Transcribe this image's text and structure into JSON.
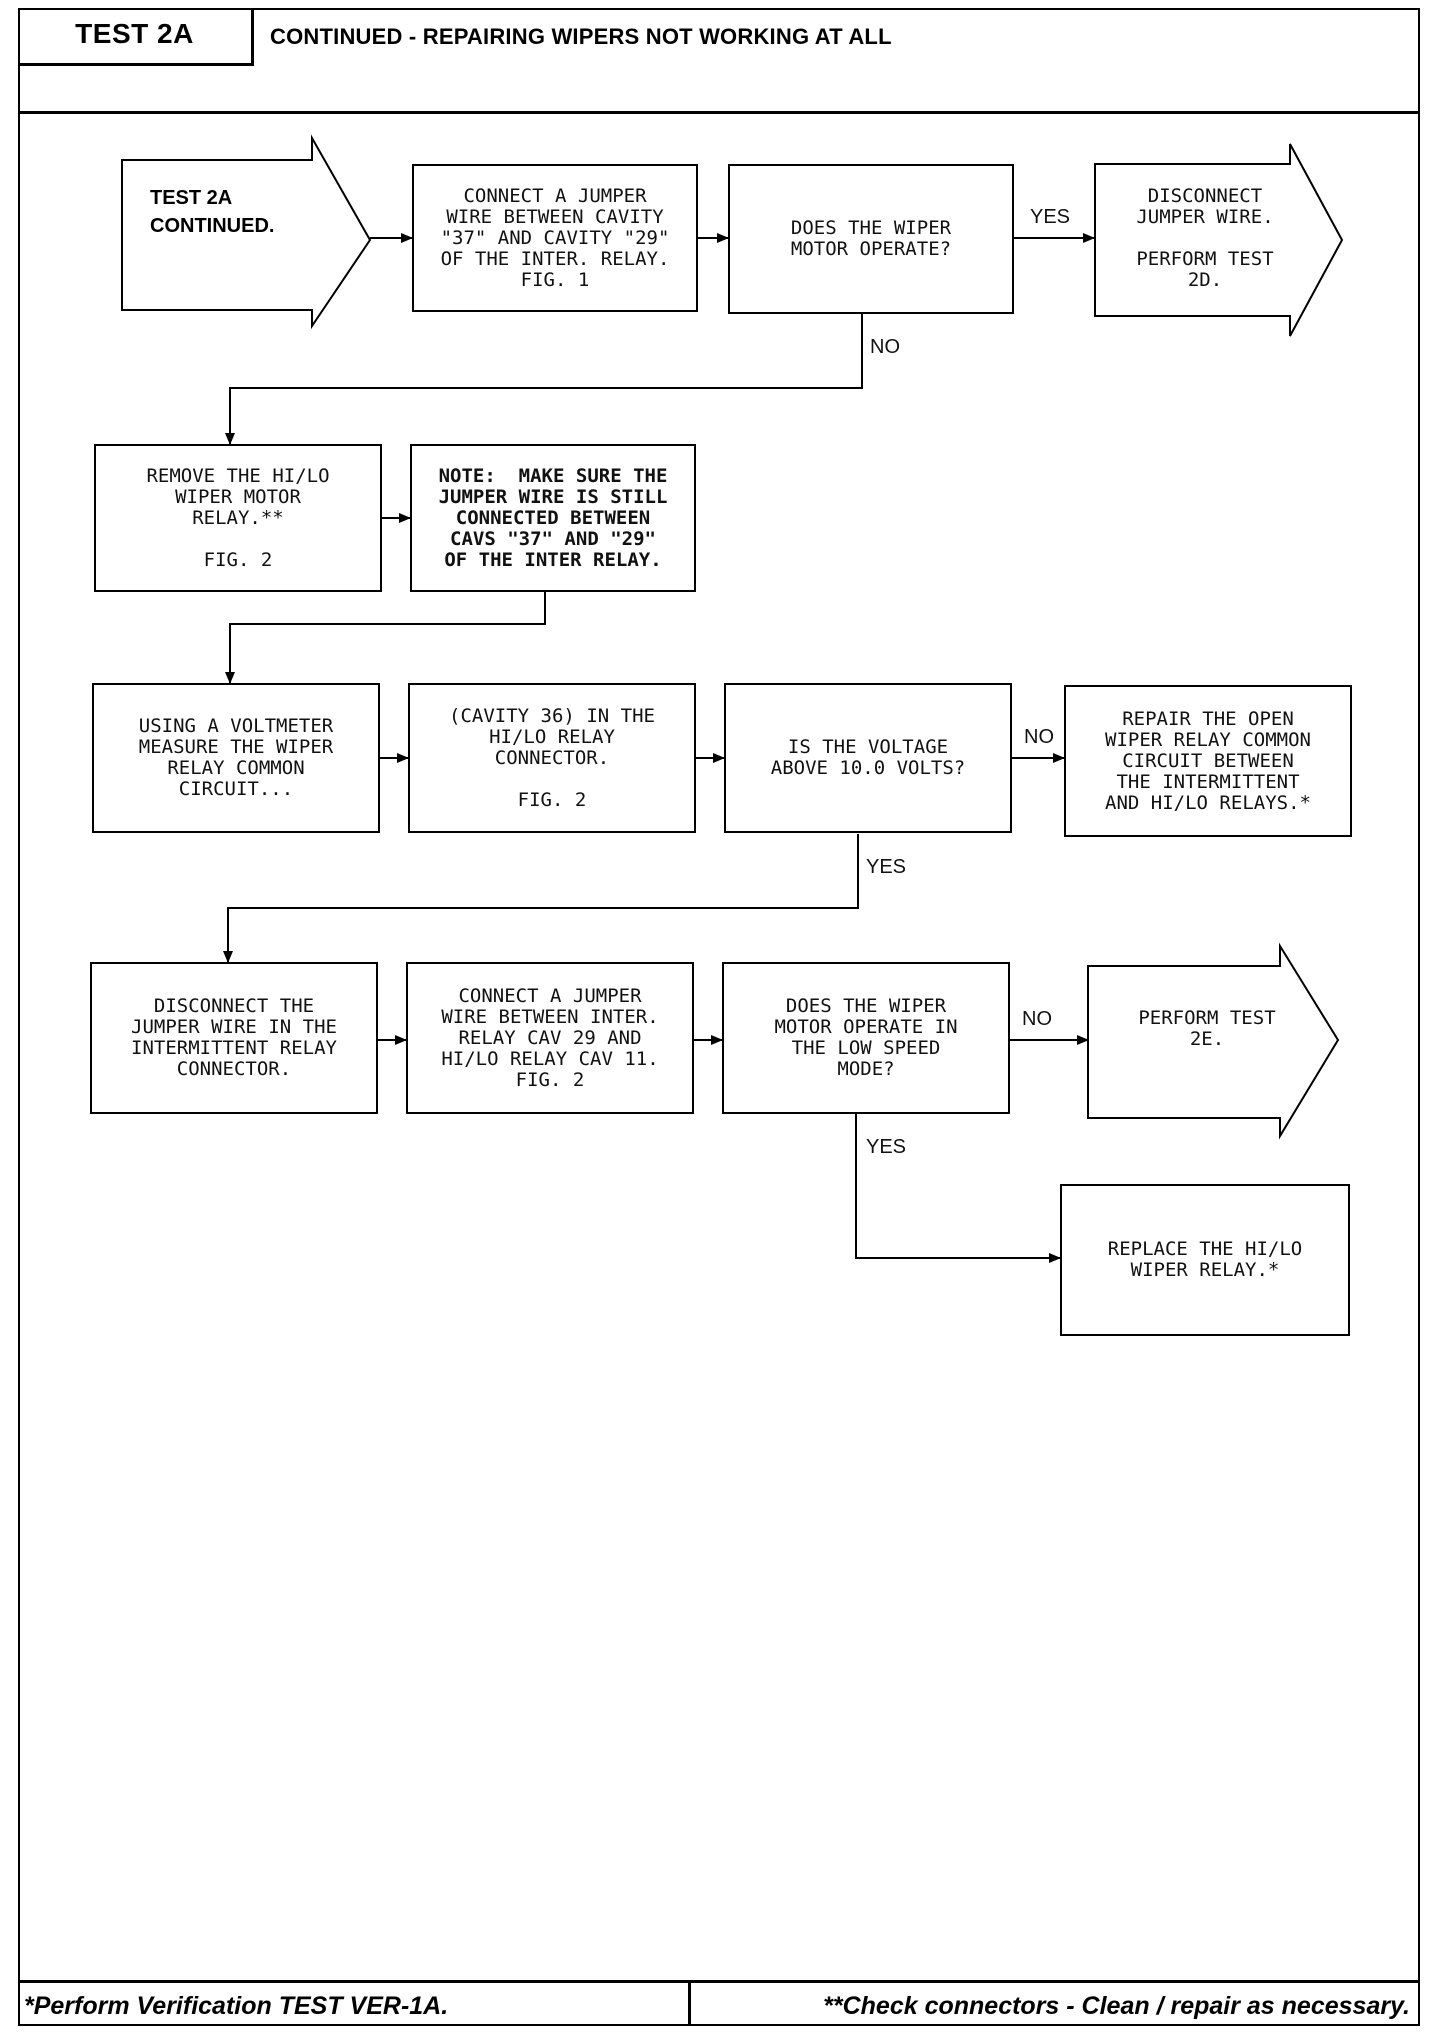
{
  "header": {
    "test_label": "TEST 2A",
    "title": "CONTINUED - REPAIRING WIPERS NOT WORKING AT ALL"
  },
  "footer": {
    "left_note": "*Perform Verification TEST VER-1A.",
    "right_note": "**Check connectors - Clean / repair as necessary."
  },
  "flow": {
    "start": "TEST 2A\nCONTINUED.",
    "step1": "CONNECT A JUMPER\nWIRE BETWEEN CAVITY\n\"37\" AND CAVITY \"29\"\nOF THE INTER. RELAY.\nFIG. 1",
    "q1": "DOES THE WIPER\nMOTOR OPERATE?",
    "q1_yes_result": "DISCONNECT\nJUMPER WIRE.\n\nPERFORM TEST\n2D.",
    "step2": "REMOVE THE HI/LO\nWIPER MOTOR\nRELAY.**\n\nFIG. 2",
    "note": "NOTE:  MAKE SURE THE\nJUMPER WIRE IS STILL\nCONNECTED BETWEEN\nCAVS \"37\" AND \"29\"\nOF THE INTER RELAY.",
    "step3": "USING A VOLTMETER\nMEASURE THE WIPER\nRELAY COMMON\nCIRCUIT...",
    "step4": "(CAVITY 36) IN THE\nHI/LO RELAY\nCONNECTOR.\n\nFIG. 2",
    "q2": "IS THE VOLTAGE\nABOVE 10.0 VOLTS?",
    "q2_no_result": "REPAIR THE OPEN\nWIPER RELAY COMMON\nCIRCUIT BETWEEN\nTHE INTERMITTENT\nAND HI/LO RELAYS.*",
    "step5": "DISCONNECT THE\nJUMPER WIRE IN THE\nINTERMITTENT RELAY\nCONNECTOR.",
    "step6": "CONNECT A JUMPER\nWIRE BETWEEN INTER.\nRELAY CAV 29 AND\nHI/LO RELAY CAV 11.\nFIG. 2",
    "q3": "DOES THE WIPER\nMOTOR OPERATE IN\nTHE LOW SPEED\nMODE?",
    "q3_no_result": "PERFORM TEST\n2E.",
    "q3_yes_result": "REPLACE THE HI/LO\nWIPER RELAY.*"
  },
  "labels": {
    "yes": "YES",
    "no": "NO"
  }
}
